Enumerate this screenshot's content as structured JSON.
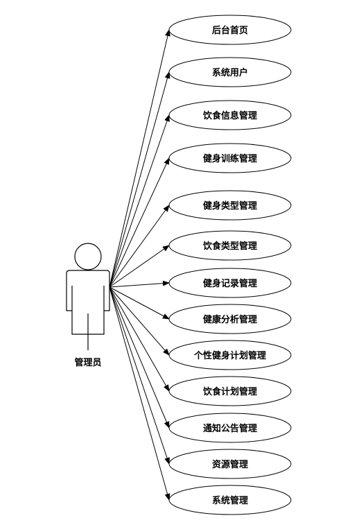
{
  "actor": {
    "name": "管理员"
  },
  "use_cases": [
    {
      "label": "后台首页"
    },
    {
      "label": "系统用户"
    },
    {
      "label": "饮食信息管理"
    },
    {
      "label": "健身训练管理"
    },
    {
      "label": "健身类型管理"
    },
    {
      "label": "饮食类型管理"
    },
    {
      "label": "健身记录管理"
    },
    {
      "label": "健康分析管理"
    },
    {
      "label": "个性健身计划管理"
    },
    {
      "label": "饮食计划管理"
    },
    {
      "label": "通知公告管理"
    },
    {
      "label": "资源管理"
    },
    {
      "label": "系统管理"
    }
  ]
}
